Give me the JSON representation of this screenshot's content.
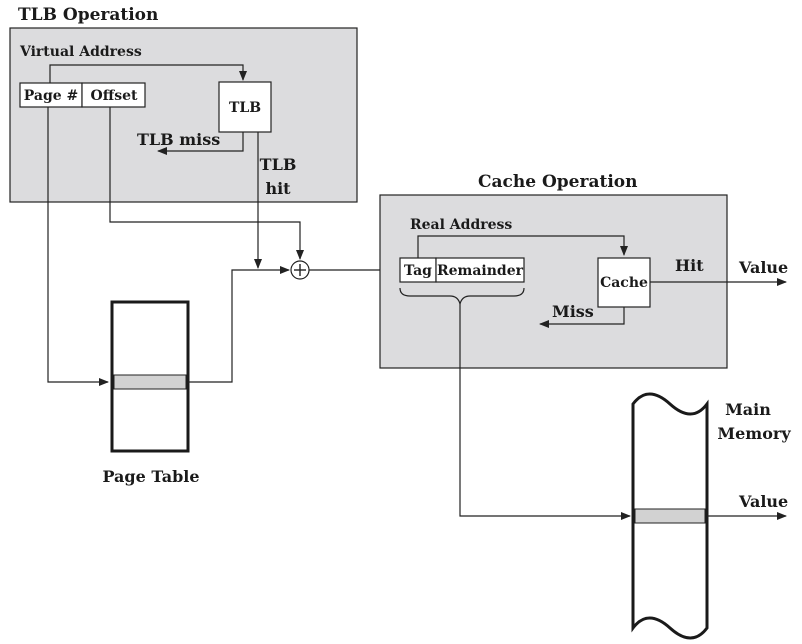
{
  "tlb_panel": {
    "title": "TLB Operation",
    "virtual_address_label": "Virtual Address",
    "page_field": "Page #",
    "offset_field": "Offset",
    "tlb_box": "TLB",
    "tlb_miss": "TLB miss",
    "tlb_hit_line1": "TLB",
    "tlb_hit_line2": "hit"
  },
  "page_table": {
    "label": "Page Table"
  },
  "cache_panel": {
    "title": "Cache Operation",
    "real_address_label": "Real Address",
    "tag_field": "Tag",
    "remainder_field": "Remainder",
    "cache_box": "Cache",
    "hit": "Hit",
    "miss": "Miss",
    "value": "Value"
  },
  "main_memory": {
    "label_line1": "Main",
    "label_line2": "Memory",
    "value": "Value"
  },
  "colors": {
    "panel_fill": "#dcdcde",
    "highlight_row": "#d2d2d2"
  }
}
